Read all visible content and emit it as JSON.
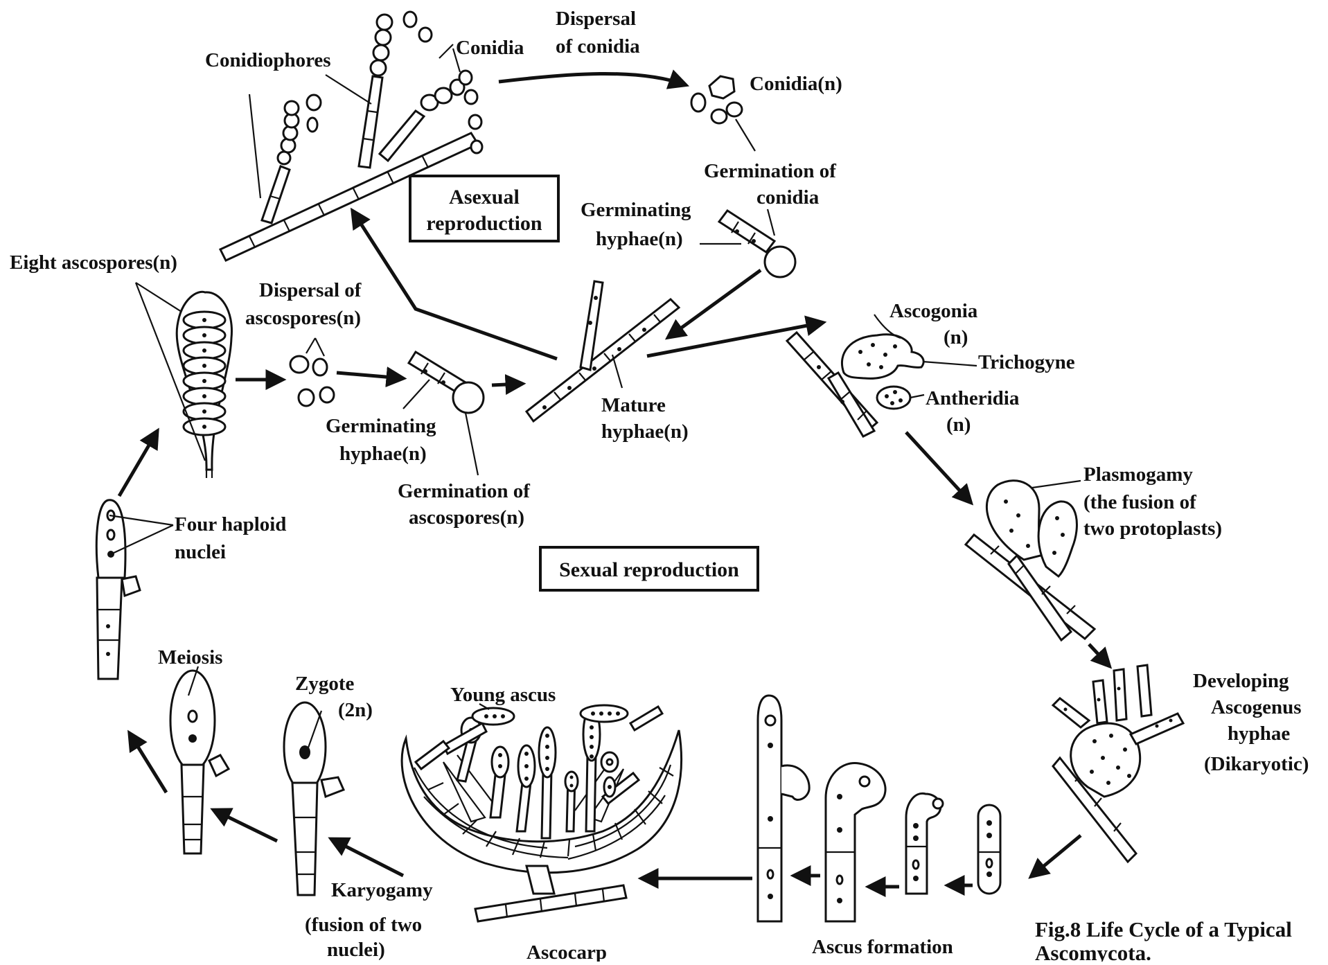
{
  "boxes": {
    "asexual": [
      "Asexual",
      "reproduction"
    ],
    "sexual": "Sexual reproduction"
  },
  "labels": {
    "conidiophores": "Conidiophores",
    "conidia_top": "Conidia",
    "dispersal_conidia": [
      "Dispersal",
      "of conidia"
    ],
    "conidia_n": "Conidia(n)",
    "germination_conidia": [
      "Germination of",
      "conidia"
    ],
    "germinating_hyphae_top": [
      "Germinating",
      "hyphae(n)"
    ],
    "eight_ascospores": "Eight ascospores(n)",
    "dispersal_ascospores": [
      "Dispersal of",
      "ascospores(n)"
    ],
    "germinating_hyphae_mid": [
      "Germinating",
      "hyphae(n)"
    ],
    "germination_ascospores": [
      "Germination of",
      "ascospores(n)"
    ],
    "mature_hyphae": [
      "Mature",
      "hyphae(n)"
    ],
    "ascogonia": [
      "Ascogonia",
      "(n)"
    ],
    "trichogyne": "Trichogyne",
    "antheridia": [
      "Antheridia",
      "(n)"
    ],
    "plasmogamy": [
      "Plasmogamy",
      "(the fusion of",
      "two protoplasts)"
    ],
    "developing": [
      "Developing",
      "Ascogenus",
      "hyphae",
      "(Dikaryotic)"
    ],
    "four_haploid": [
      "Four haploid",
      "nuclei"
    ],
    "meiosis": "Meiosis",
    "zygote": [
      "Zygote",
      "(2n)"
    ],
    "young_ascus": "Young ascus",
    "karyogamy": [
      "Karyogamy",
      "(fusion of two",
      "nuclei)"
    ],
    "ascocarp": "Ascocarp",
    "ascus_formation": "Ascus formation"
  },
  "caption": [
    "Fig.8   Life Cycle of a Typical",
    "Ascomycota."
  ]
}
